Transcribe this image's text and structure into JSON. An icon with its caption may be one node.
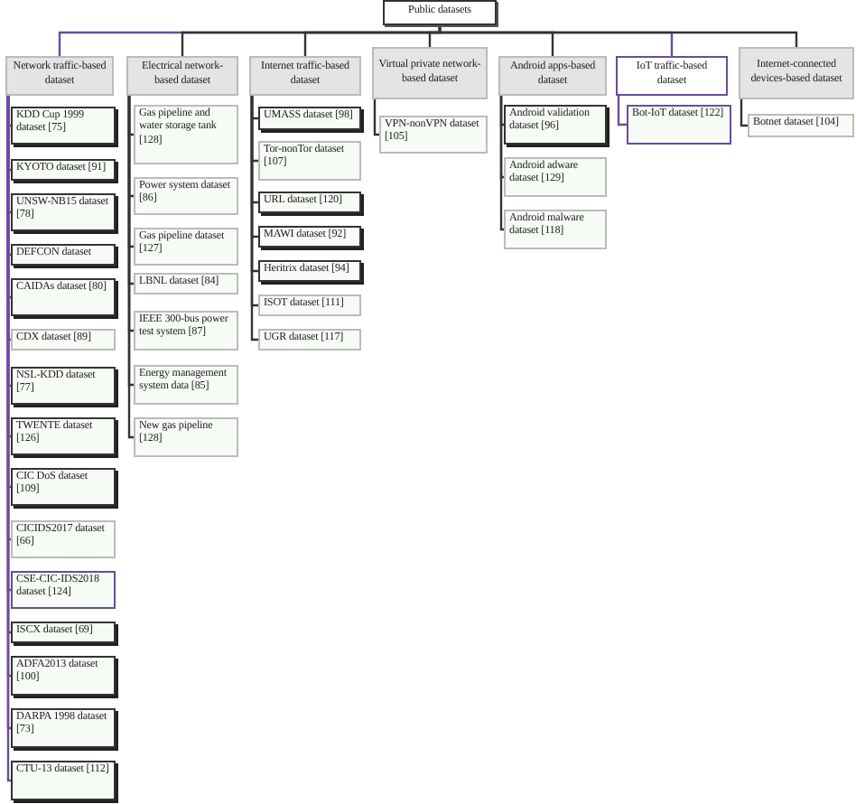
{
  "diagram": {
    "nodes": [
      {
        "text": [
          "Public datasets"
        ]
      },
      {
        "text": [
          "Network traffic-based dataset"
        ]
      },
      {
        "text": [
          "Electrical network-based dataset"
        ]
      },
      {
        "text": [
          "Internet traffic-based dataset"
        ]
      },
      {
        "text": [
          "Virtual private network-based dataset"
        ]
      },
      {
        "text": [
          "Android apps-based dataset"
        ]
      },
      {
        "text": [
          "IoT traffic-based dataset"
        ]
      },
      {
        "text": [
          "Internet-connected devices-based dataset"
        ]
      },
      {
        "text": [
          "KDD Cup 1999 dataset [75]"
        ]
      },
      {
        "text": [
          "KYOTO dataset [91]"
        ]
      },
      {
        "text": [
          "UNSW-NB15 dataset [78]"
        ]
      },
      {
        "text": [
          "DEFCON dataset"
        ]
      },
      {
        "text": [
          "CAIDAs dataset [80]"
        ]
      },
      {
        "text": [
          "CDX dataset [89]"
        ]
      },
      {
        "text": [
          "NSL-KDD dataset [77]"
        ]
      },
      {
        "text": [
          "TWENTE dataset [126]"
        ]
      },
      {
        "text": [
          "CIC DoS dataset [109]"
        ]
      },
      {
        "text": [
          "CICIDS2017 dataset [66]"
        ]
      },
      {
        "text": [
          "CSE-CIC-IDS2018 dataset [124]"
        ]
      },
      {
        "text": [
          "ISCX dataset [69]"
        ]
      },
      {
        "text": [
          "ADFA2013 dataset [100]"
        ]
      },
      {
        "text": [
          "DARPA 1998 dataset [73]"
        ]
      },
      {
        "text": [
          "CTU-13 dataset [112]"
        ]
      },
      {
        "text": [
          "Gas pipeline and water storage tank [128]"
        ]
      },
      {
        "text": [
          "Power system dataset [86]"
        ]
      },
      {
        "text": [
          "Gas pipeline dataset [127]"
        ]
      },
      {
        "text": [
          "LBNL dataset [84]"
        ]
      },
      {
        "text": [
          "IEEE 300-bus power test system [87]"
        ]
      },
      {
        "text": [
          "Energy management system data [85]"
        ]
      },
      {
        "text": [
          "New gas pipeline [128]"
        ]
      },
      {
        "text": [
          "UMASS dataset [98]"
        ]
      },
      {
        "text": [
          "Tor-nonTor dataset [107]"
        ]
      },
      {
        "text": [
          "URL dataset [120]"
        ]
      },
      {
        "text": [
          "MAWI dataset [92]"
        ]
      },
      {
        "text": [
          "Heritrix dataset [94]"
        ]
      },
      {
        "text": [
          "ISOT dataset [111]"
        ]
      },
      {
        "text": [
          "UGR dataset [117]"
        ]
      },
      {
        "text": [
          "VPN-nonVPN dataset [105]"
        ]
      },
      {
        "text": [
          "Android validation dataset [96]"
        ]
      },
      {
        "text": [
          "Android adware dataset [129]"
        ]
      },
      {
        "text": [
          "Android malware dataset [118]"
        ]
      },
      {
        "text": [
          "Bot-IoT dataset [122]"
        ]
      },
      {
        "text": [
          "Botnet dataset [104]"
        ]
      }
    ],
    "edges": [
      {
        "from": 0,
        "to": 1,
        "arrow": "none",
        "color": "#6a4c9c"
      },
      {
        "from": 0,
        "to": 2,
        "arrow": "none"
      },
      {
        "from": 0,
        "to": 3,
        "arrow": "none"
      },
      {
        "from": 0,
        "to": 4,
        "arrow": "none"
      },
      {
        "from": 0,
        "to": 5,
        "arrow": "none"
      },
      {
        "from": 0,
        "to": 6,
        "arrow": "none",
        "color": "#6a4c9c"
      },
      {
        "from": 0,
        "to": 7,
        "arrow": "none"
      },
      {
        "from": 1,
        "to": 8,
        "arrow": "none",
        "color": "#6a4c9c"
      },
      {
        "from": 1,
        "to": 9,
        "arrow": "none",
        "color": "#6a4c9c"
      },
      {
        "from": 1,
        "to": 10,
        "arrow": "none",
        "color": "#6a4c9c"
      },
      {
        "from": 1,
        "to": 11,
        "arrow": "none",
        "color": "#6a4c9c"
      },
      {
        "from": 1,
        "to": 12,
        "arrow": "none",
        "color": "#6a4c9c"
      },
      {
        "from": 1,
        "to": 13,
        "arrow": "none",
        "color": "#6a4c9c"
      },
      {
        "from": 1,
        "to": 14,
        "arrow": "none",
        "color": "#6a4c9c"
      },
      {
        "from": 1,
        "to": 15,
        "arrow": "none",
        "color": "#6a4c9c"
      },
      {
        "from": 1,
        "to": 16,
        "arrow": "none",
        "color": "#6a4c9c"
      },
      {
        "from": 1,
        "to": 17,
        "arrow": "none",
        "color": "#6a4c9c"
      },
      {
        "from": 1,
        "to": 18,
        "arrow": "none",
        "color": "#6a4c9c"
      },
      {
        "from": 1,
        "to": 19,
        "arrow": "none",
        "color": "#6a4c9c"
      },
      {
        "from": 1,
        "to": 20,
        "arrow": "none",
        "color": "#6a4c9c"
      },
      {
        "from": 1,
        "to": 21,
        "arrow": "none",
        "color": "#6a4c9c"
      },
      {
        "from": 1,
        "to": 22,
        "arrow": "none",
        "color": "#6a4c9c"
      },
      {
        "from": 2,
        "to": 23,
        "arrow": "none"
      },
      {
        "from": 2,
        "to": 24,
        "arrow": "none"
      },
      {
        "from": 2,
        "to": 25,
        "arrow": "none"
      },
      {
        "from": 2,
        "to": 26,
        "arrow": "none"
      },
      {
        "from": 2,
        "to": 27,
        "arrow": "none"
      },
      {
        "from": 2,
        "to": 28,
        "arrow": "none"
      },
      {
        "from": 2,
        "to": 29,
        "arrow": "none"
      },
      {
        "from": 3,
        "to": 30,
        "arrow": "none"
      },
      {
        "from": 3,
        "to": 31,
        "arrow": "none"
      },
      {
        "from": 3,
        "to": 32,
        "arrow": "none"
      },
      {
        "from": 3,
        "to": 33,
        "arrow": "none"
      },
      {
        "from": 3,
        "to": 34,
        "arrow": "none"
      },
      {
        "from": 3,
        "to": 35,
        "arrow": "none"
      },
      {
        "from": 3,
        "to": 36,
        "arrow": "none"
      },
      {
        "from": 4,
        "to": 37,
        "arrow": "none"
      },
      {
        "from": 5,
        "to": 38,
        "arrow": "none"
      },
      {
        "from": 5,
        "to": 39,
        "arrow": "none"
      },
      {
        "from": 5,
        "to": 40,
        "arrow": "none"
      },
      {
        "from": 6,
        "to": 41,
        "arrow": "none",
        "color": "#6a4c9c"
      },
      {
        "from": 7,
        "to": 42,
        "arrow": "none"
      }
    ]
  }
}
